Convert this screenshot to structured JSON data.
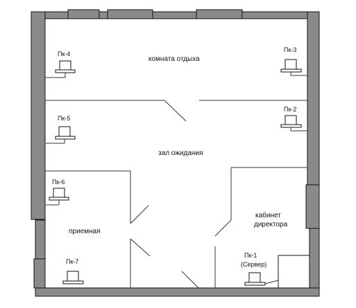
{
  "rooms": {
    "rest_room": "комната отдыха",
    "waiting_hall": "зал ожидания",
    "reception": "приемная",
    "director_office_line1": "кабинет",
    "director_office_line2": "директора"
  },
  "computers": {
    "pc1_label": "Пк-1",
    "pc1_sublabel": "(Сервер)",
    "pc2_label": "Пк-2",
    "pc3_label": "Пк-3",
    "pc4_label": "Пк-4",
    "pc5_label": "Пк-5",
    "pc6_label": "Пк-6",
    "pc7_label": "Пк-7"
  },
  "colors": {
    "wall": "#8a8a8a",
    "outline": "#111111",
    "background": "#ffffff"
  }
}
